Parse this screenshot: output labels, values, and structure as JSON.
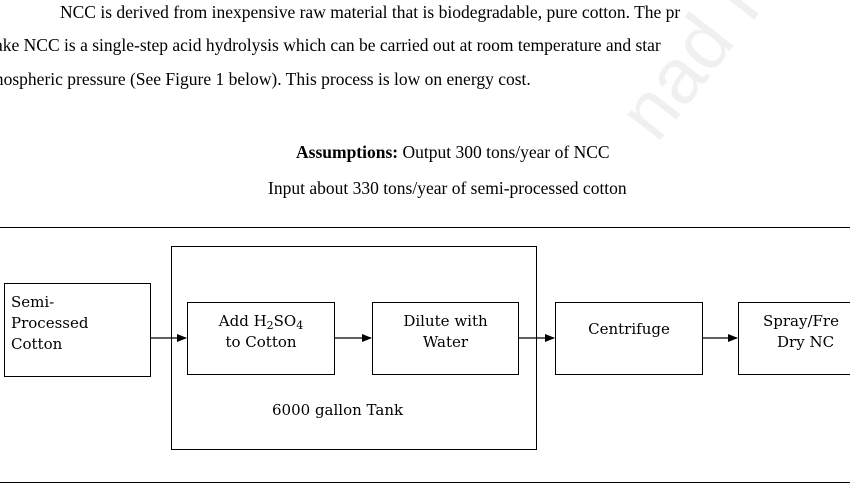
{
  "paragraph": {
    "line1": "NCC is derived from inexpensive raw material that is biodegradable, pure cotton. The pr",
    "line2": "ake NCC is a single-step acid hydrolysis which can be carried out at room temperature and star",
    "line3": "mospheric pressure (See Figure 1 below). This process is low on energy cost."
  },
  "assumptions": {
    "label": "Assumptions:",
    "output": " Output 300 tons/year of NCC",
    "input": "Input about 330 tons/year of semi-processed cotton"
  },
  "flow": {
    "semi_processed": [
      "Semi-",
      "Processed",
      "Cotton"
    ],
    "add_acid": {
      "prefix": "Add H",
      "sub1": "2",
      "mid": "SO",
      "sub2": "4",
      "line2": "to Cotton"
    },
    "dilute": [
      "Dilute with",
      "Water"
    ],
    "centrifuge": "Centrifuge",
    "spray": [
      "Spray/Fre",
      "Dry NC"
    ],
    "tank_label": "6000 gallon Tank"
  },
  "watermark": "nad Fina"
}
